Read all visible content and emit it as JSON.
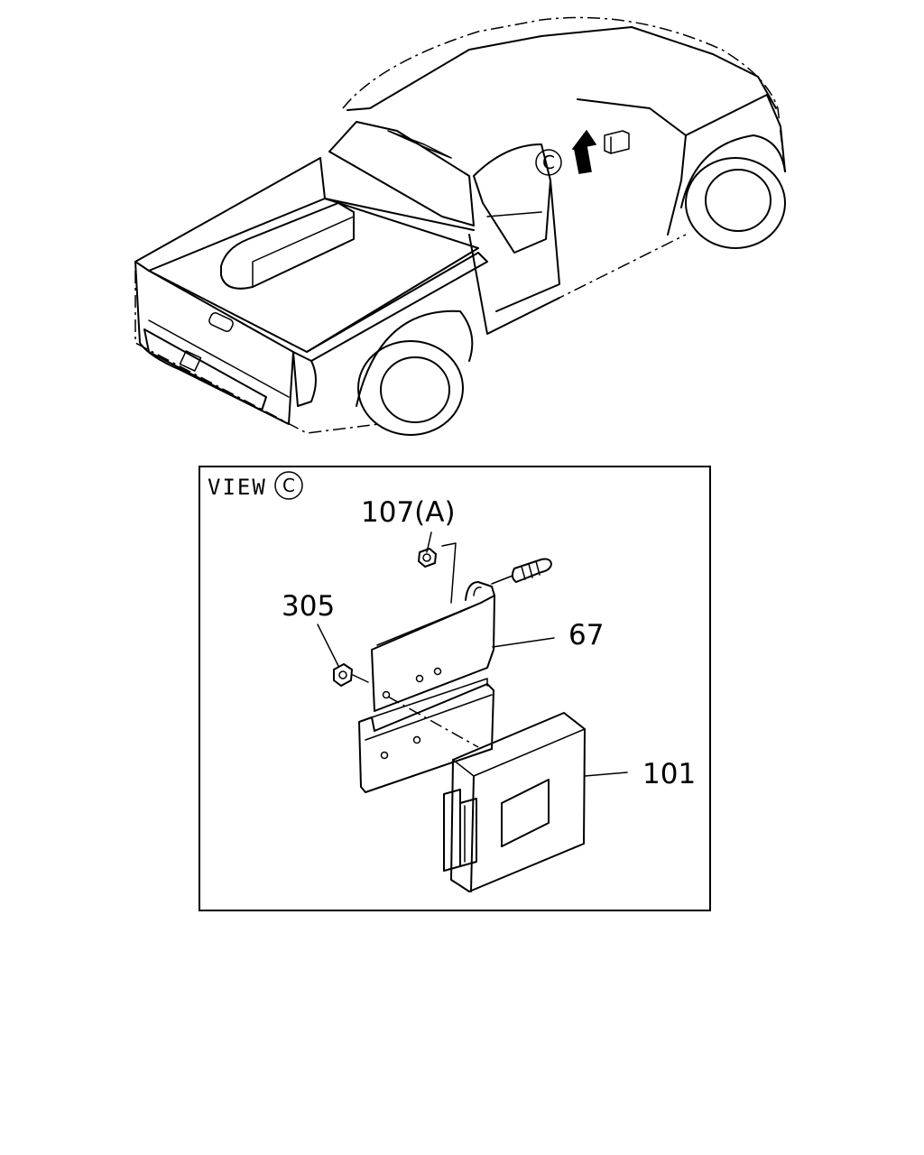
{
  "view": {
    "label": "VIEW",
    "marker": "C"
  },
  "callouts": {
    "nut_a": "107(A)",
    "nut_b": "305",
    "bracket": "67",
    "control_unit": "101"
  },
  "truck_marker": "C"
}
